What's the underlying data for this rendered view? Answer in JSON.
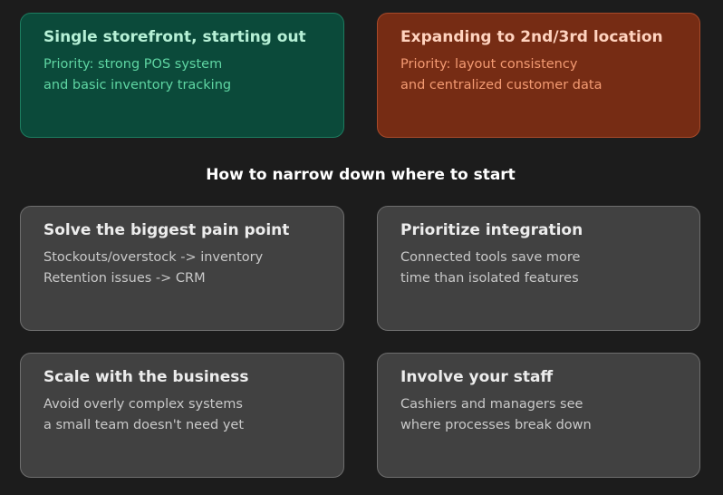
{
  "stages": [
    {
      "title": "Single storefront, starting out",
      "lines": [
        "Priority: strong POS system",
        "and basic inventory tracking"
      ]
    },
    {
      "title": "Expanding to 2nd/3rd location",
      "lines": [
        "Priority: layout consistency",
        "and centralized customer data"
      ]
    }
  ],
  "section_heading": "How to narrow down where to start",
  "tips": [
    {
      "title": "Solve the biggest pain point",
      "lines": [
        "Stockouts/overstock -> inventory",
        "Retention issues -> CRM"
      ]
    },
    {
      "title": "Prioritize integration",
      "lines": [
        "Connected tools save more",
        "time than isolated features"
      ]
    },
    {
      "title": "Scale with the business",
      "lines": [
        "Avoid overly complex systems",
        "a small team doesn't need yet"
      ]
    },
    {
      "title": "Involve your staff",
      "lines": [
        "Cashiers and managers see",
        "where processes break down"
      ]
    }
  ],
  "colors": {
    "background": "#1c1c1c",
    "stage_green": "#0b4a3a",
    "stage_orange": "#762c14",
    "tip_card": "#414141"
  }
}
